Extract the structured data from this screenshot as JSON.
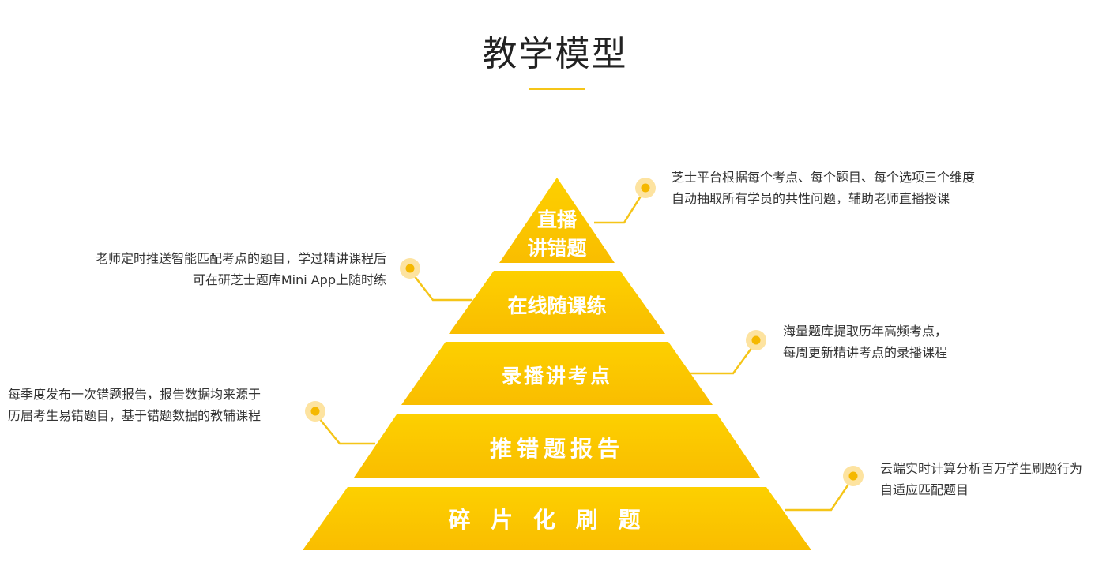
{
  "title": "教学模型",
  "colors": {
    "accent": "#f5c518",
    "layer": "#fcc400",
    "dot": "#f5b800",
    "halo": "#fde3a0"
  },
  "layers": [
    {
      "line1": "直播",
      "line2": "讲错题"
    },
    {
      "label": "在线随课练"
    },
    {
      "label": "录播讲考点"
    },
    {
      "label": "推错题报告"
    },
    {
      "label": "碎 片 化 刷 题"
    }
  ],
  "descriptions": [
    {
      "line1": "芝士平台根据每个考点、每个题目、每个选项三个维度",
      "line2": "自动抽取所有学员的共性问题，辅助老师直播授课"
    },
    {
      "line1": "老师定时推送智能匹配考点的题目，学过精讲课程后",
      "line2": "可在研芝士题库Mini App上随时练"
    },
    {
      "line1": "海量题库提取历年高频考点，",
      "line2": "每周更新精讲考点的录播课程"
    },
    {
      "line1": "每季度发布一次错题报告，报告数据均来源于",
      "line2": "历届考生易错题目，基于错题数据的教辅课程"
    },
    {
      "line1": "云端实时计算分析百万学生刷题行为",
      "line2": "自适应匹配题目"
    }
  ]
}
